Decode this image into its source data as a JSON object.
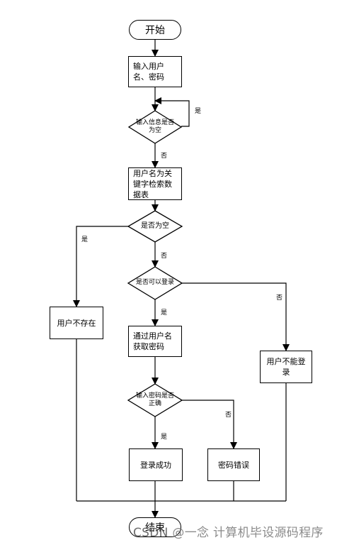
{
  "nodes": {
    "start": "开始",
    "input_user": "输入用户名、密码",
    "check_empty": "输入信息是否为空",
    "search": "用户名为关键字检索数据表",
    "result_empty": "是否为空",
    "can_login": "是否可以登录",
    "user_not_exist": "用户不存在",
    "get_password": "通过用户名获取密码",
    "cannot_login": "用户不能登录",
    "password_correct": "输入密码是否正确",
    "login_success": "登录成功",
    "password_error": "密码错误",
    "end": "结束"
  },
  "edges": {
    "yes": "是",
    "no": "否"
  },
  "watermark": {
    "brand": "CSDN",
    "handle": "@一念 计算机毕设源码程序"
  }
}
